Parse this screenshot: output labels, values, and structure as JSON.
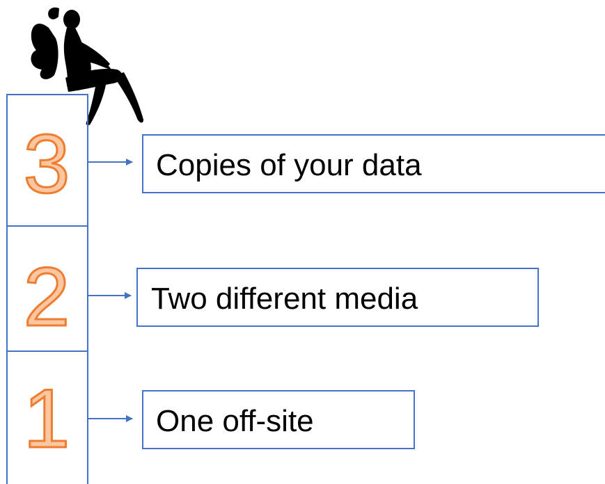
{
  "steps": [
    {
      "number": "3",
      "label": "Copies of your data"
    },
    {
      "number": "2",
      "label": "Two different media"
    },
    {
      "number": "1",
      "label": "One off-site"
    }
  ],
  "colors": {
    "line": "#4472c4",
    "digit_fill": "#fbc6a0",
    "digit_stroke": "#ed7d31",
    "text": "#000000",
    "silhouette": "#000000"
  },
  "icons": {
    "figure": "fairy-silhouette-icon"
  }
}
